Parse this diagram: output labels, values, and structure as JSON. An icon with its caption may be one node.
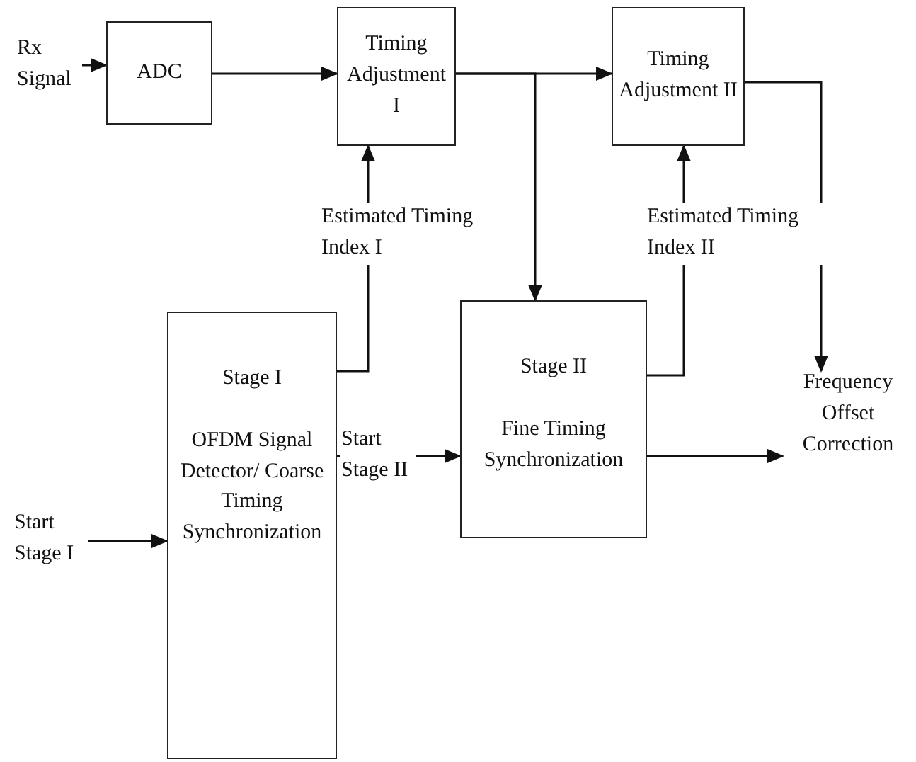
{
  "diagram": {
    "nodes": [
      {
        "text": [
          "Rx Signal"
        ]
      },
      {
        "text": [
          "ADC"
        ]
      },
      {
        "text": [
          "Timing Adjustment I"
        ]
      },
      {
        "text": [
          "Timing Adjustment II"
        ]
      },
      {
        "text": [
          "Stage I",
          "OFDM Signal Detector/ Coarse Timing Synchronization"
        ]
      },
      {
        "text": [
          "Stage II",
          "Fine Timing Synchronization"
        ]
      },
      {
        "text": [
          "Frequency Offset Correction"
        ]
      },
      {
        "text": [
          "Start Stage I"
        ]
      }
    ],
    "edges": [
      {
        "from": 0,
        "to": 1,
        "arrow": "to"
      },
      {
        "from": 1,
        "to": 2,
        "arrow": "to"
      },
      {
        "from": 2,
        "to": 3,
        "arrow": "to"
      },
      {
        "from": 2,
        "to": 5,
        "arrow": "to"
      },
      {
        "from": 4,
        "to": 2,
        "arrow": "to",
        "label": "Estimated Timing Index I"
      },
      {
        "from": 5,
        "to": 3,
        "arrow": "to",
        "label": "Estimated Timing Index II"
      },
      {
        "from": 3,
        "to": 6,
        "arrow": "to"
      },
      {
        "from": 4,
        "to": 5,
        "arrow": "to",
        "label": "Start Stage II"
      },
      {
        "from": 7,
        "to": 4,
        "arrow": "to"
      },
      {
        "from": 5,
        "to": 6,
        "arrow": "to"
      }
    ]
  }
}
